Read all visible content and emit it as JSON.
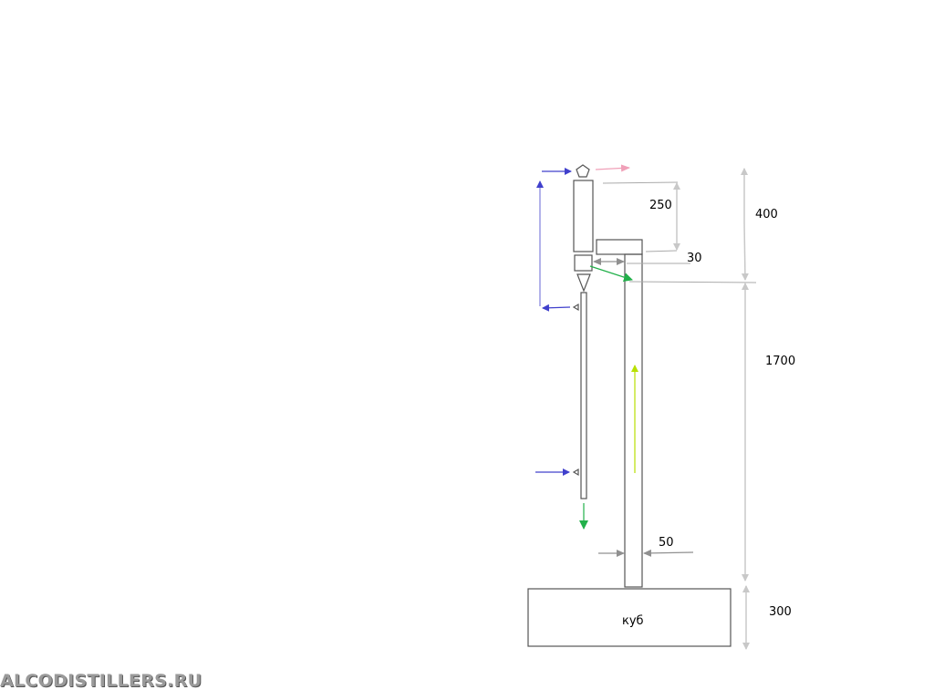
{
  "diagram": {
    "labels": {
      "dim_250": "250",
      "dim_400": "400",
      "dim_30": "30",
      "dim_1700": "1700",
      "dim_50": "50",
      "dim_300": "300",
      "cube": "куб"
    },
    "colors": {
      "outline": "#555555",
      "dimension": "#c8c8c8",
      "coolant": "#4040cc",
      "vapor": "#22b04a",
      "rising_vapor": "#b8e000",
      "exhaust": "#f0a0b8"
    }
  },
  "watermark": "ALCODISTILLERS.RU"
}
